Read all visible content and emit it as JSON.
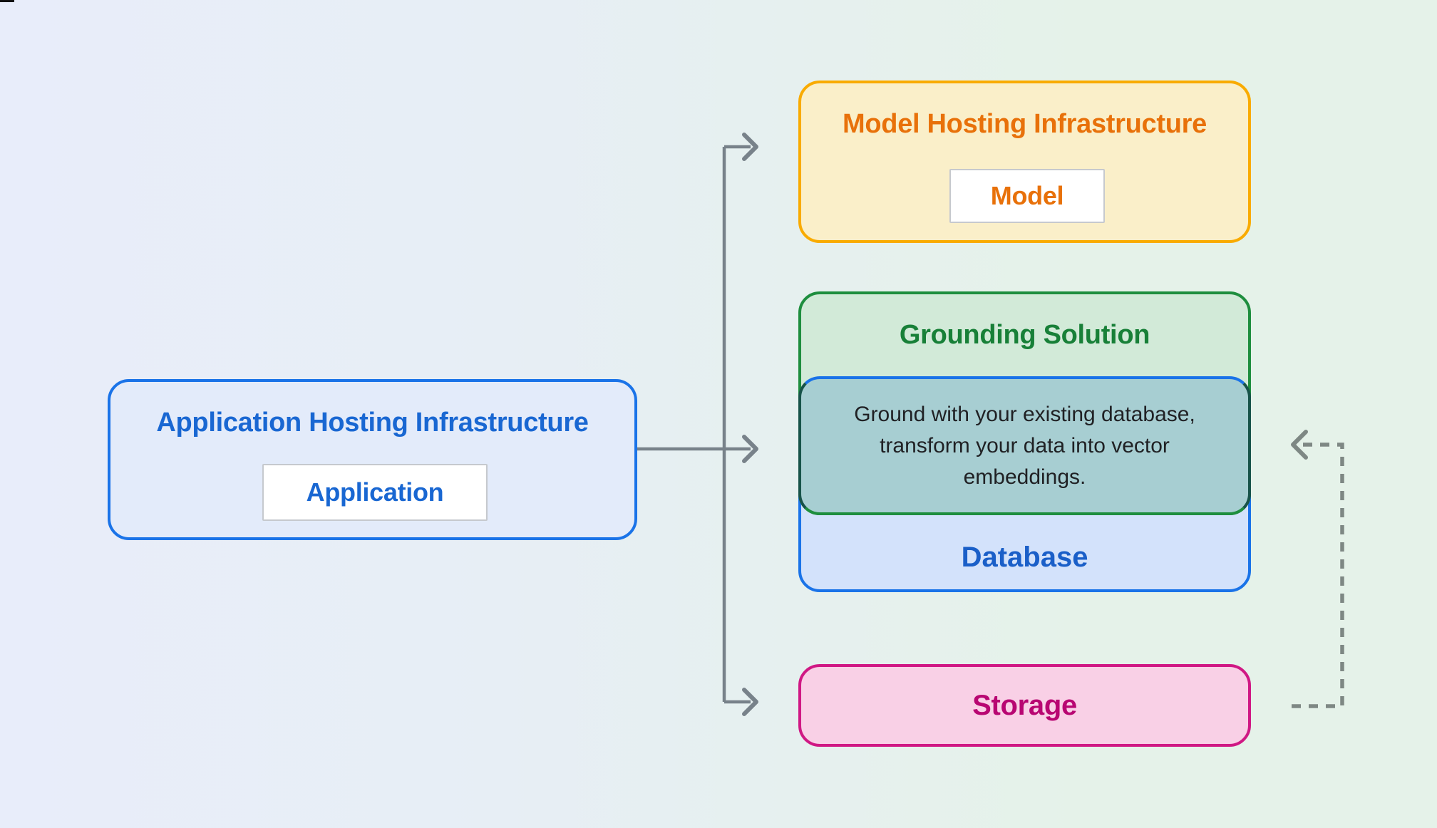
{
  "boxes": {
    "application": {
      "title": "Application Hosting Infrastructure",
      "inner_label": "Application"
    },
    "model": {
      "title": "Model Hosting Infrastructure",
      "inner_label": "Model"
    },
    "grounding": {
      "title": "Grounding Solution",
      "description_lines": [
        "Ground with your existing database,",
        "transform your data into vector",
        "embeddings."
      ]
    },
    "database": {
      "label": "Database"
    },
    "storage": {
      "label": "Storage"
    }
  },
  "colors": {
    "background_left": "#e8edfa",
    "background_right": "#e5f2e9",
    "blue_border": "#1a73e8",
    "blue_text": "#1967d2",
    "blue_fill": "#e3ebfa",
    "database_fill": "#d3e2fb",
    "yellow_border": "#f9ab00",
    "orange_text": "#e8710a",
    "yellow_fill": "#faefc9",
    "green_border": "#1e8e3e",
    "green_text": "#188038",
    "green_fill": "#d2ead8",
    "teal_fill": "#a7ced2",
    "description_text": "#202124",
    "pink_border": "#d01884",
    "pink_text": "#b80672",
    "pink_fill": "#f9d0e6",
    "arrow_gray": "#78828a",
    "dashed_gray": "#7e8884"
  }
}
